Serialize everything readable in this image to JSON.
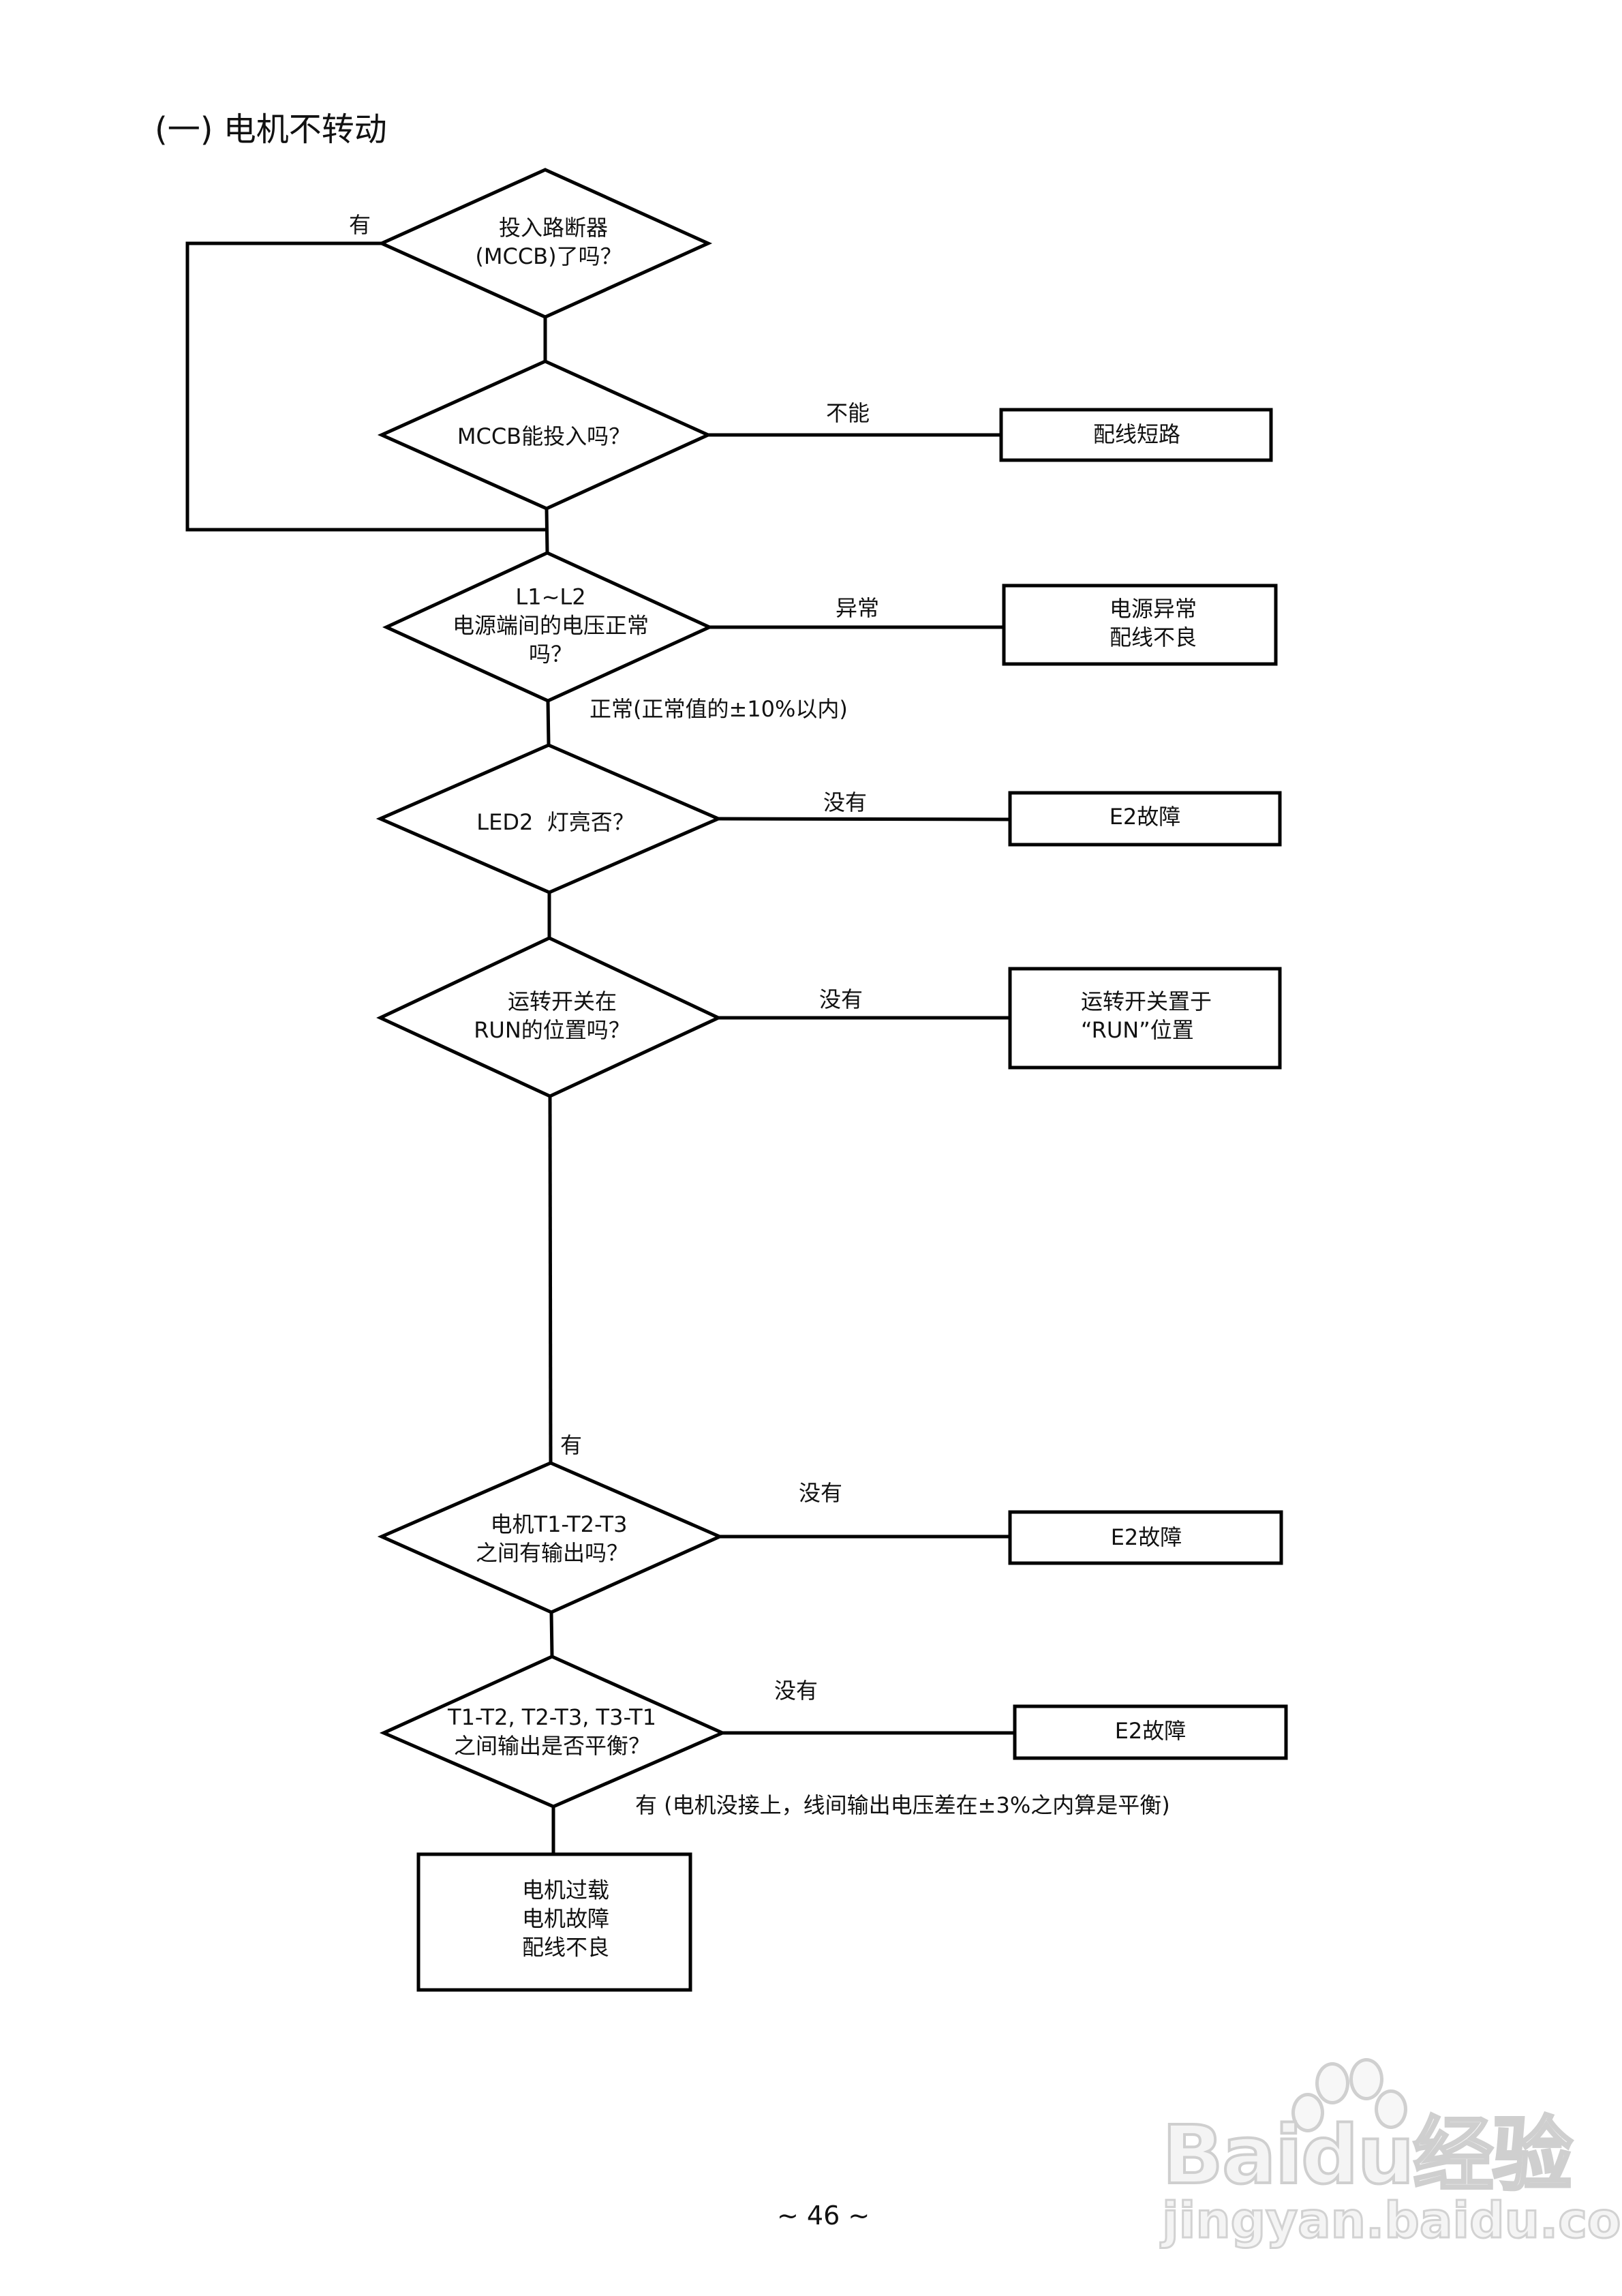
{
  "page": {
    "title": "(一) 电机不转动",
    "page_number": "~ 46 ~"
  },
  "flowchart": {
    "decisions": [
      {
        "id": "d1",
        "lines": [
          "投入路断器",
          "(MCCB)了吗？"
        ]
      },
      {
        "id": "d2",
        "lines": [
          "MCCB能投入吗？"
        ]
      },
      {
        "id": "d3",
        "lines": [
          "L1~L2",
          "电源端间的电压正常",
          "吗？"
        ]
      },
      {
        "id": "d4",
        "lines": [
          "LED2  灯亮否？"
        ]
      },
      {
        "id": "d5",
        "lines": [
          "运转开关在",
          "RUN的位置吗？"
        ]
      },
      {
        "id": "d6",
        "lines": [
          "电机T1-T2-T3",
          "之间有输出吗？"
        ]
      },
      {
        "id": "d7",
        "lines": [
          "T1-T2, T2-T3, T3-T1",
          "之间输出是否平衡？"
        ]
      }
    ],
    "results": [
      {
        "id": "r2",
        "lines": [
          "配线短路"
        ]
      },
      {
        "id": "r3",
        "lines": [
          "电源异常",
          "配线不良"
        ]
      },
      {
        "id": "r4",
        "lines": [
          "E2故障"
        ]
      },
      {
        "id": "r5",
        "lines": [
          "运转开关置于",
          "“RUN”位置"
        ]
      },
      {
        "id": "r6",
        "lines": [
          "E2故障"
        ]
      },
      {
        "id": "r7",
        "lines": [
          "E2故障"
        ]
      },
      {
        "id": "final",
        "lines": [
          "电机过载",
          "电机故障",
          "配线不良"
        ]
      }
    ],
    "edge_labels": {
      "d1_yes_loop": "有",
      "d2_no": "不能",
      "d3_abnormal": "异常",
      "d3_normal": "正常(正常值的±10%以内)",
      "d4_no": "没有",
      "d5_no": "没有",
      "d5_yes": "有",
      "d6_no": "没有",
      "d7_no": "没有",
      "d7_yes": "有 (电机没接上，线间输出电压差在±3%之内算是平衡)"
    }
  },
  "watermark": {
    "logo": "Baidu经验",
    "url": "jingyan.baidu.com"
  }
}
